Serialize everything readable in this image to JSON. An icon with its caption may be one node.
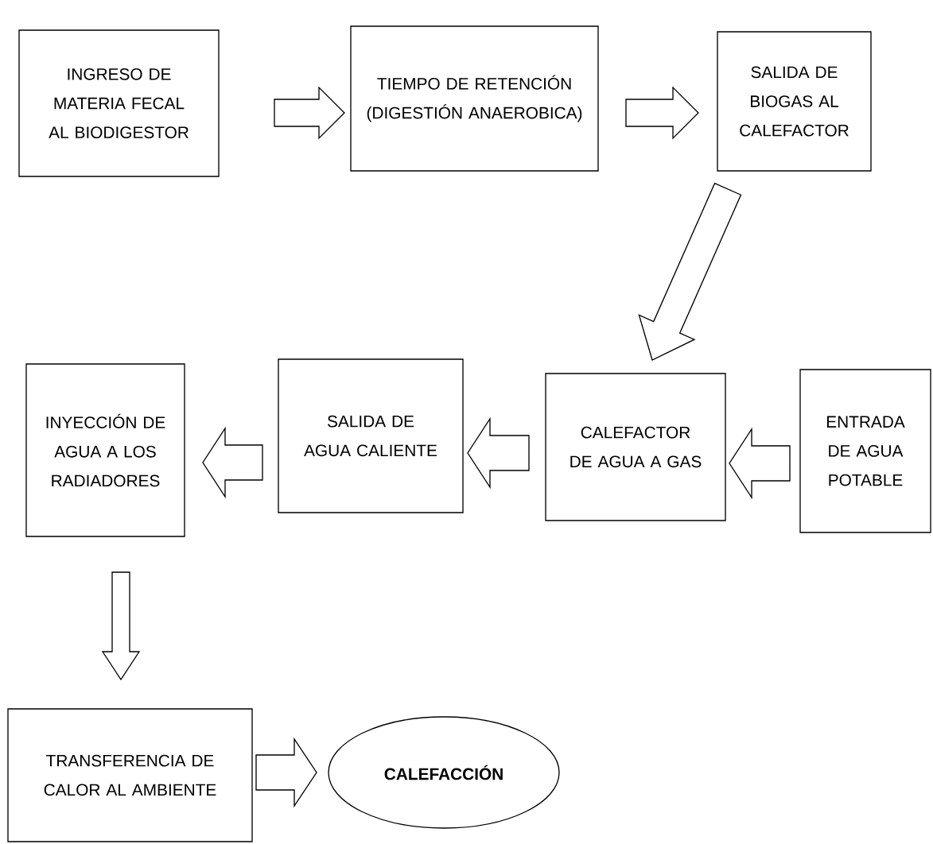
{
  "diagram": {
    "nodes": [
      {
        "text": [
          "INGRESO DE MATERIA FECAL AL BIODIGESTOR"
        ]
      },
      {
        "text": [
          "TIEMPO DE RETENCIÓN (DIGESTIÓN ANAEROBICA)"
        ]
      },
      {
        "text": [
          "SALIDA DE BIOGAS AL CALEFACTOR"
        ]
      },
      {
        "text": [
          "INYECCIÓN DE AGUA A LOS RADIADORES"
        ]
      },
      {
        "text": [
          "SALIDA DE AGUA CALIENTE"
        ]
      },
      {
        "text": [
          "CALEFACTOR DE AGUA A GAS"
        ]
      },
      {
        "text": [
          "ENTRADA DE AGUA POTABLE"
        ]
      },
      {
        "text": [
          "TRANSFERENCIA DE CALOR AL AMBIENTE"
        ]
      },
      {
        "text": [
          "CALEFACCIÓN"
        ]
      }
    ],
    "edges": [
      {
        "from": 0,
        "to": 1,
        "arrow": "to"
      },
      {
        "from": 1,
        "to": 2,
        "arrow": "to"
      },
      {
        "from": 2,
        "to": 5,
        "arrow": "to"
      },
      {
        "from": 6,
        "to": 5,
        "arrow": "to"
      },
      {
        "from": 5,
        "to": 4,
        "arrow": "to"
      },
      {
        "from": 4,
        "to": 3,
        "arrow": "to"
      },
      {
        "from": 3,
        "to": 7,
        "arrow": "to"
      },
      {
        "from": 7,
        "to": 8,
        "arrow": "to"
      }
    ]
  }
}
